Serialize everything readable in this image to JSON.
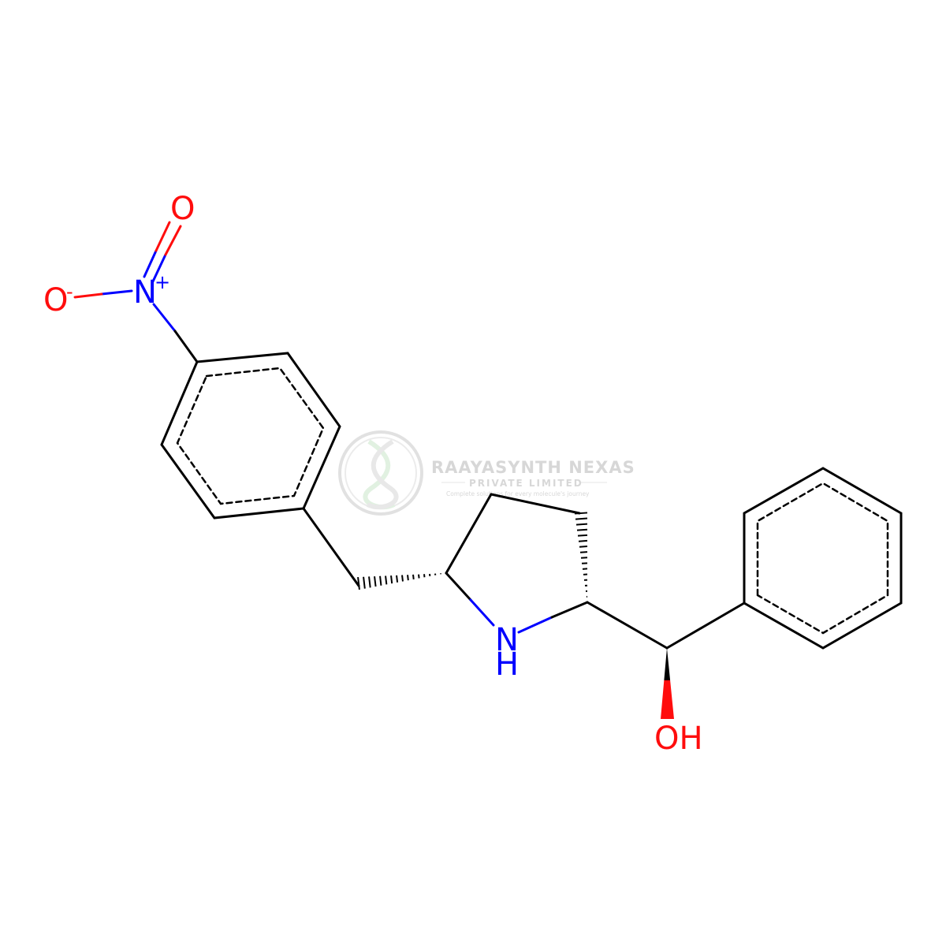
{
  "colors": {
    "bond": "#000000",
    "oxygen": "#ff0d0d",
    "nitrogen": "#0000ff",
    "watermark": "#b8b8b8",
    "watermark_logo_green": "#c9e6c9"
  },
  "atoms": {
    "nitro_o_top": "O",
    "nitro_o_minus": "O",
    "nitro_o_minus_charge": "-",
    "nitro_n": "N",
    "nitro_n_charge": "+",
    "amine_n": "N",
    "amine_h": "H",
    "hydroxyl": "OH"
  },
  "watermark": {
    "title": "RAAYASYNTH NEXAS",
    "subtitle": "PRIVATE LIMITED",
    "tagline": "Complete solutions for every molecule's journey"
  }
}
